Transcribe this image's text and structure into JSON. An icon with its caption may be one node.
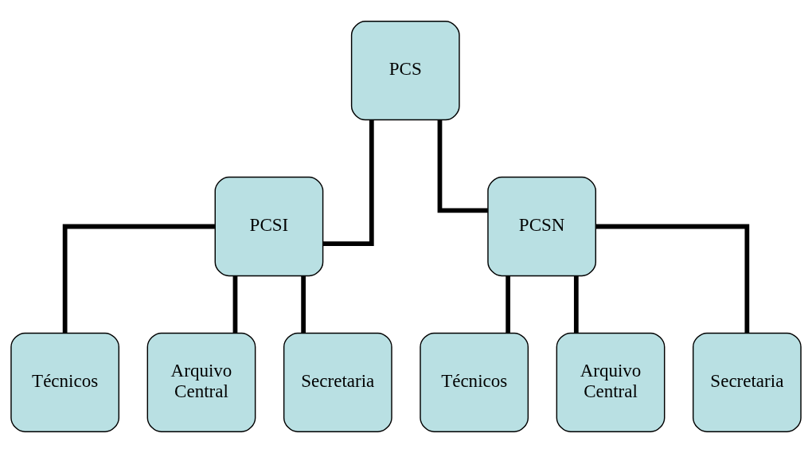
{
  "diagram": {
    "nodes": [
      {
        "text": [
          "PCS"
        ]
      },
      {
        "text": [
          "PCSI"
        ]
      },
      {
        "text": [
          "PCSN"
        ]
      },
      {
        "text": [
          "Técnicos"
        ]
      },
      {
        "text": [
          "Arquivo Central"
        ]
      },
      {
        "text": [
          "Secretaria"
        ]
      },
      {
        "text": [
          "Técnicos"
        ]
      },
      {
        "text": [
          "Arquivo Central"
        ]
      },
      {
        "text": [
          "Secretaria"
        ]
      }
    ],
    "edges": [
      {
        "from": 0,
        "to": 1,
        "arrow": "none"
      },
      {
        "from": 0,
        "to": 2,
        "arrow": "none"
      },
      {
        "from": 1,
        "to": 3,
        "arrow": "none"
      },
      {
        "from": 1,
        "to": 4,
        "arrow": "none"
      },
      {
        "from": 1,
        "to": 5,
        "arrow": "none"
      },
      {
        "from": 2,
        "to": 6,
        "arrow": "none"
      },
      {
        "from": 2,
        "to": 7,
        "arrow": "none"
      },
      {
        "from": 2,
        "to": 8,
        "arrow": "none"
      }
    ]
  }
}
